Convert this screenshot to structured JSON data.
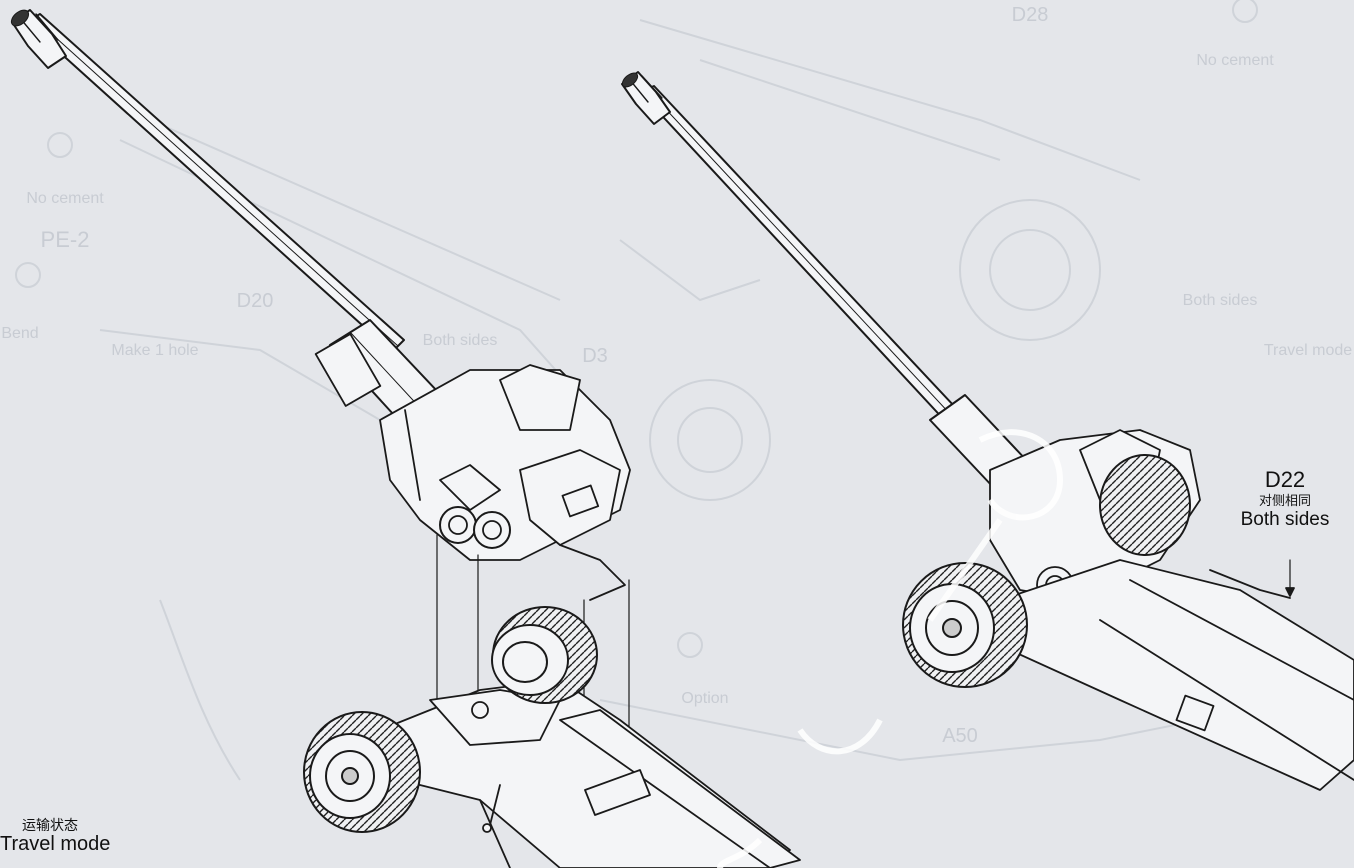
{
  "callout_d22": {
    "code": "D22",
    "chinese": "对侧相同",
    "english": "Both sides"
  },
  "mode_label": {
    "chinese": "运输状态",
    "english": "Travel mode"
  },
  "background_labels": {
    "no_cement_1": "No cement",
    "no_cement_2": "No cement",
    "both_sides_1": "Both sides",
    "both_sides_2": "Both sides",
    "travel_mode_bg": "Travel mode",
    "part_d20": "D20",
    "part_d3": "D3",
    "part_pe2": "PE-2",
    "part_a50": "A50",
    "part_d28": "D28",
    "bend": "Bend",
    "make_hole": "Make 1 hole",
    "option": "Option"
  },
  "colors": {
    "paper": "#e4e6ea",
    "ghost": "#c8ccd3",
    "line": "#1a1a1a",
    "watermark": "#ffffff"
  }
}
